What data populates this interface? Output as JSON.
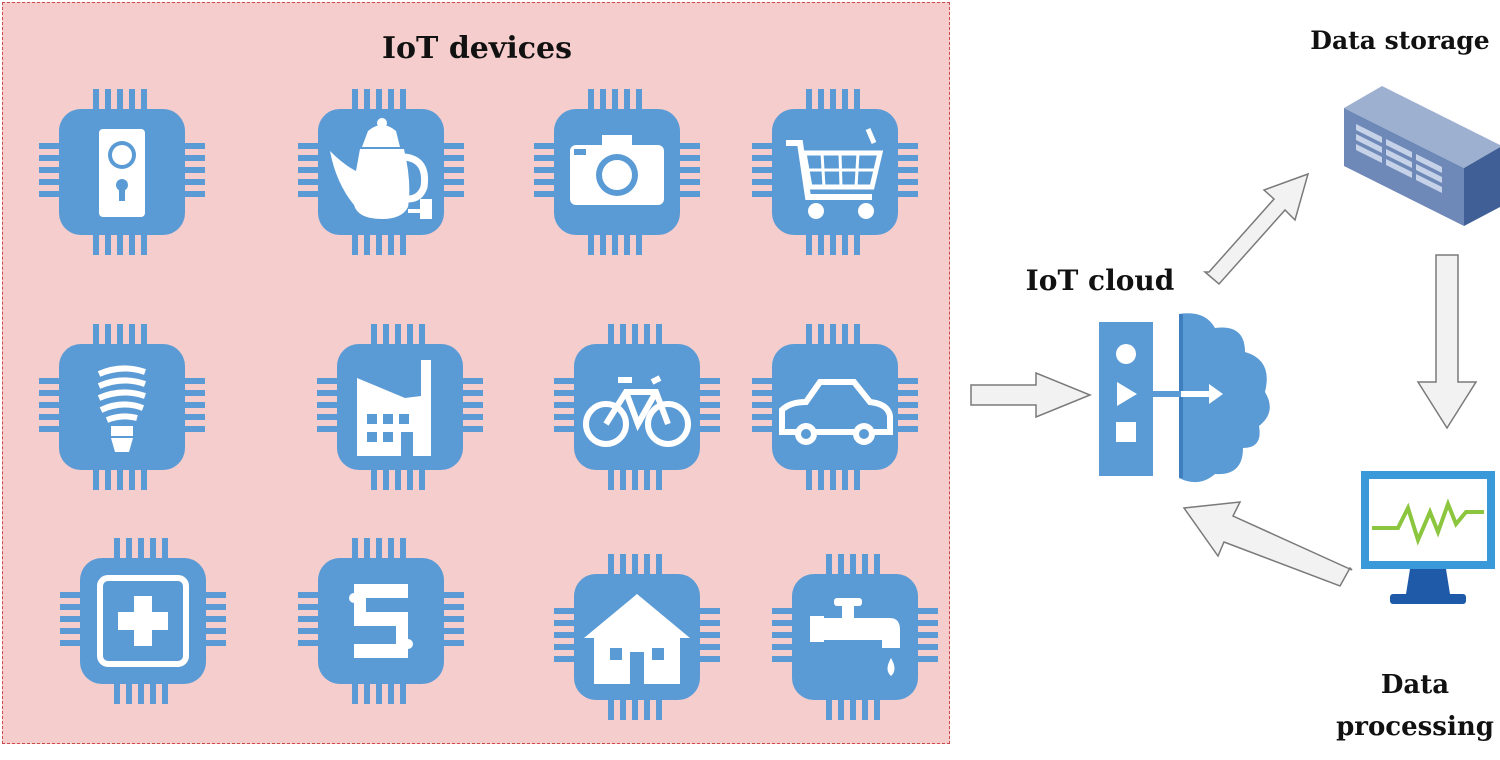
{
  "labels": {
    "devices_title": "IoT devices",
    "cloud": "IoT cloud",
    "storage": "Data storage",
    "processing": "Data processing"
  },
  "colors": {
    "panel_fill": "#f6cdcd",
    "panel_border": "#cc4a4a",
    "chip_blue": "#5b9bd5",
    "chip_dark": "#3f7fc0",
    "arrow_fill": "#f2f2f2",
    "arrow_stroke": "#7a7a7a",
    "monitor_line": "#8cc63f"
  },
  "devices": [
    {
      "icon": "door-lock-icon"
    },
    {
      "icon": "kettle-icon"
    },
    {
      "icon": "camera-icon"
    },
    {
      "icon": "shopping-cart-icon"
    },
    {
      "icon": "light-bulb-icon"
    },
    {
      "icon": "factory-icon"
    },
    {
      "icon": "bicycle-icon"
    },
    {
      "icon": "car-icon"
    },
    {
      "icon": "medical-cross-icon"
    },
    {
      "icon": "circuit-icon"
    },
    {
      "icon": "house-icon"
    },
    {
      "icon": "water-tap-icon"
    }
  ]
}
